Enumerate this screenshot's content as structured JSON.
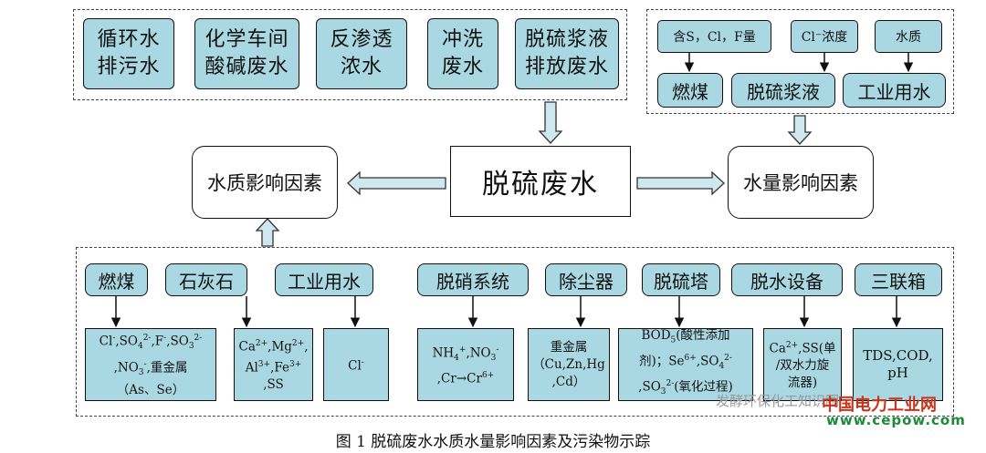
{
  "sources": {
    "items": [
      {
        "line1": "循环水",
        "line2": "排污水"
      },
      {
        "line1": "化学车间",
        "line2": "酸碱废水"
      },
      {
        "line1": "反渗透",
        "line2": "浓水"
      },
      {
        "line1": "冲洗",
        "line2": "废水"
      },
      {
        "line1": "脱硫浆液",
        "line2": "排放废水"
      }
    ]
  },
  "quantity_group": {
    "top_labels": [
      "含S，Cl，F量",
      "Cl⁻浓度",
      "水质"
    ],
    "bottom_labels": [
      "燃煤",
      "脱硫浆液",
      "工业用水"
    ]
  },
  "center": {
    "main": "脱硫废水",
    "left": "水质影响因素",
    "right": "水量影响因素"
  },
  "quality_group": {
    "categories": [
      "燃煤",
      "石灰石",
      "工业用水",
      "脱硝系统",
      "除尘器",
      "脱硫塔",
      "脱水设备",
      "三联箱"
    ]
  },
  "caption": "图 1  脱硫废水水质水量影响因素及污染物示踪",
  "watermark": {
    "source": "发酵环保化工知识圈",
    "brand": "中国电力工业网",
    "url": "www.cepow.com"
  }
}
